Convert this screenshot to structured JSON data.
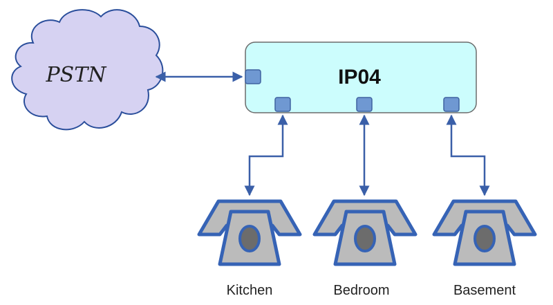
{
  "cloud": {
    "label": "PSTN"
  },
  "device": {
    "label": "IP04"
  },
  "phones": [
    {
      "label": "Kitchen"
    },
    {
      "label": "Bedroom"
    },
    {
      "label": "Basement"
    }
  ],
  "colors": {
    "cloud_fill": "#d6d2f2",
    "cloud_stroke": "#2a4e9b",
    "device_fill": "#ccfdfd",
    "device_stroke": "#6b6b6b",
    "port_fill": "#6f98d2",
    "port_stroke": "#3f62a0",
    "arrow": "#3a5fa8",
    "phone_fill": "#bbbbbb",
    "phone_stroke": "#3663b5",
    "dial_fill": "#6c6c6c"
  }
}
